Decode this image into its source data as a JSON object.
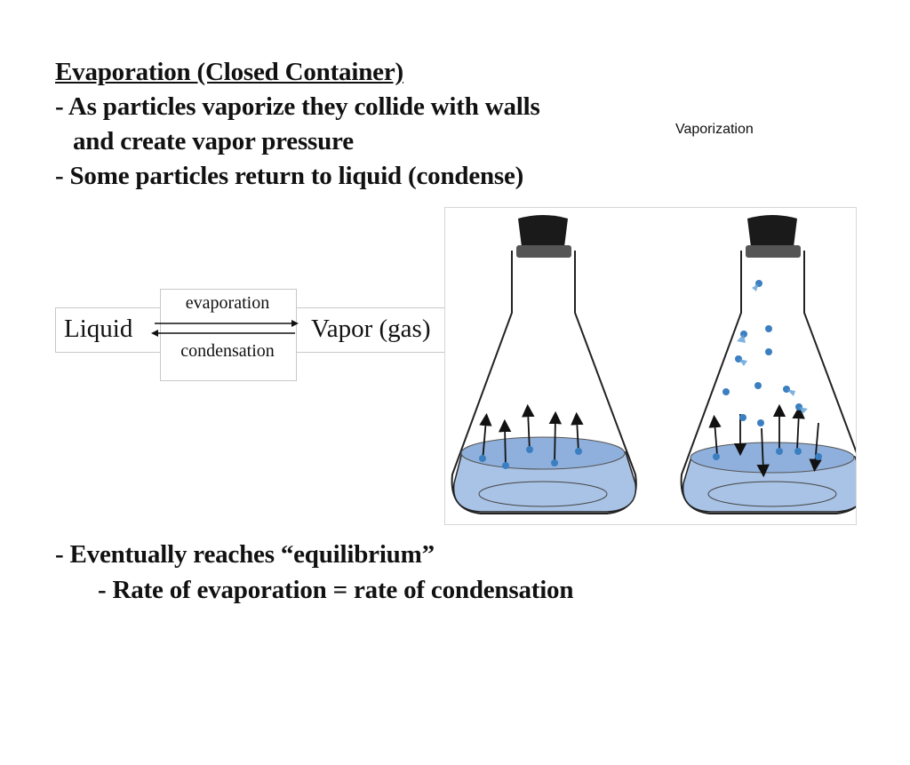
{
  "heading": {
    "title": "Evaporation (Closed Container)",
    "line1": "- As particles vaporize they collide with walls",
    "line2_start": "and create ",
    "line2_bold": "vapor pressure",
    "line3": "- Some particles return to liquid (condense)"
  },
  "caption": "Vaporization",
  "equation": {
    "left": "Liquid",
    "right": "Vapor (gas)",
    "forward": "evaporation",
    "reverse": "condensation"
  },
  "conclusion": {
    "line1": "- Eventually reaches “equilibrium”",
    "line2": "- Rate of evaporation = rate of condensation"
  },
  "colors": {
    "liquid": "#a9c3e6",
    "liquid_dark": "#7f9fcd",
    "particle": "#3b7fc1",
    "stopper": "#1a1a1a"
  }
}
